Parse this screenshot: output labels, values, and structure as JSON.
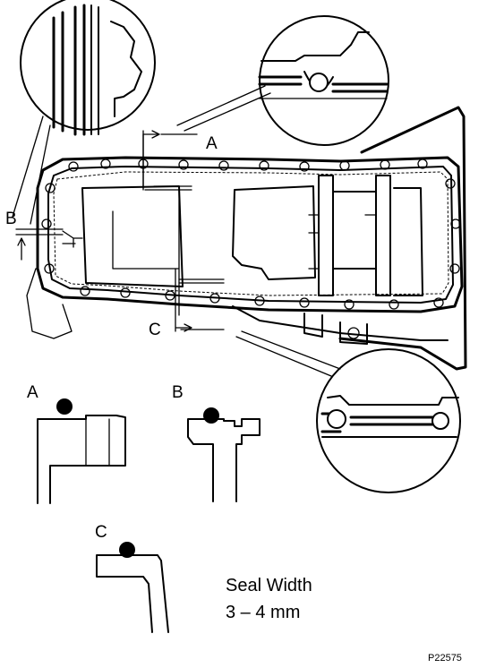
{
  "labels": {
    "a_top": "A",
    "b_left": "B",
    "c_mid": "C",
    "a_detail": "A",
    "b_detail": "B",
    "c_detail": "C"
  },
  "note": {
    "line1": "Seal Width",
    "line2": "3 – 4 mm"
  },
  "figure_code": "P22575",
  "colors": {
    "ink": "#000000",
    "paper": "#ffffff"
  }
}
